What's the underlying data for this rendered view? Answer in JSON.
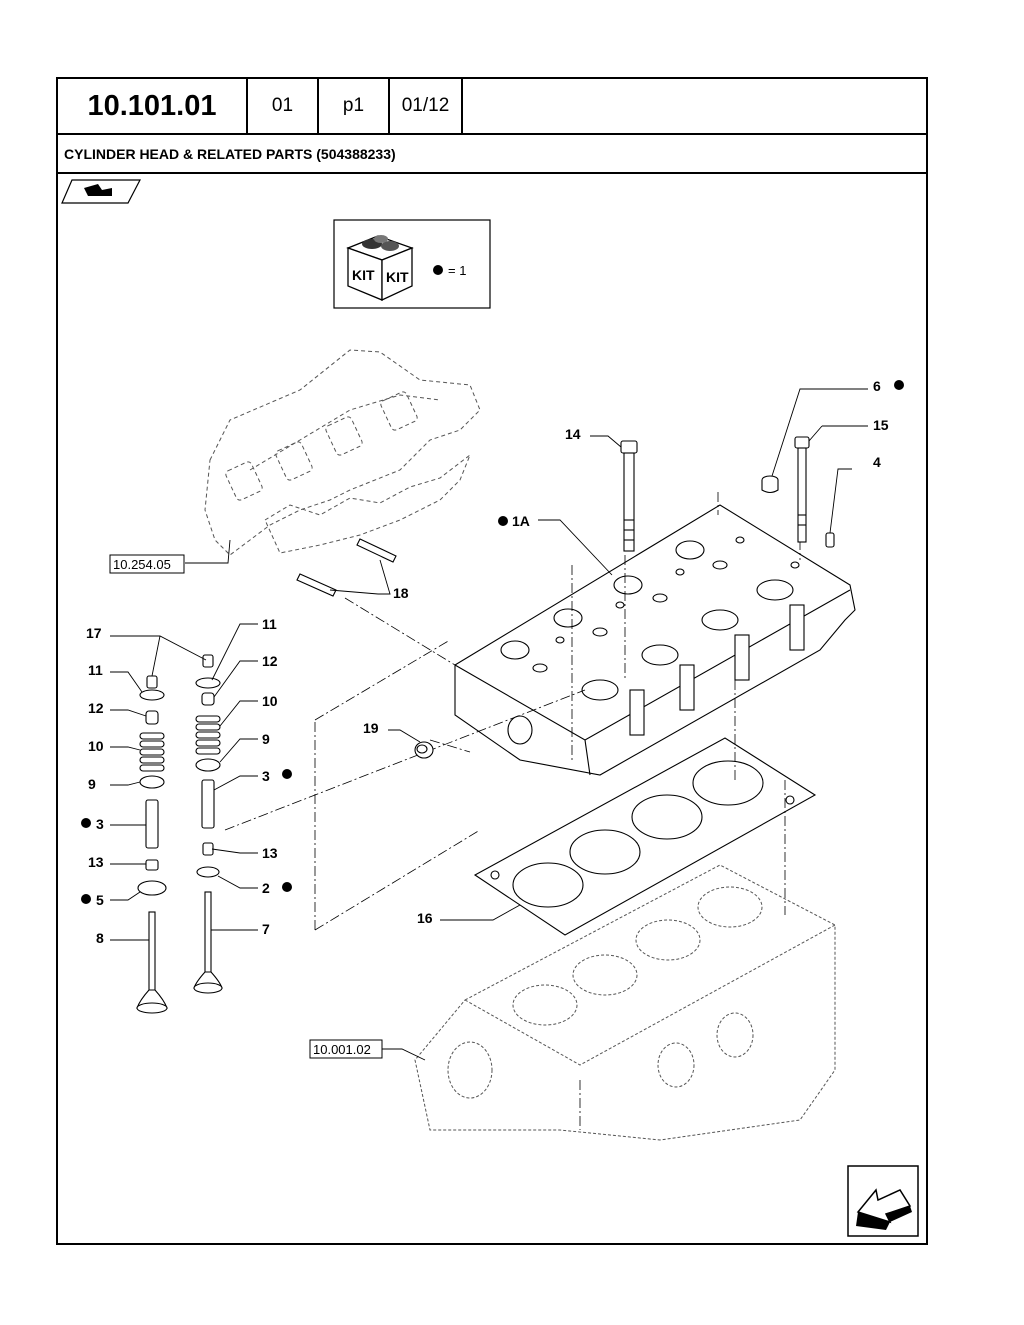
{
  "header": {
    "section_code": "10.101.01",
    "variant": "01",
    "page": "p1",
    "sheet": "01/12"
  },
  "title": "CYLINDER HEAD & RELATED PARTS (504388233)",
  "kit_legend": {
    "kit_text_1": "KIT",
    "kit_text_2": "KIT",
    "equals_text": "= 1"
  },
  "references": {
    "exhaust_manifold": "10.254.05",
    "engine_block": "10.001.02"
  },
  "callouts": {
    "c1a": "1A",
    "c2": "2",
    "c3_right": "3",
    "c3_left": "3",
    "c4": "4",
    "c5": "5",
    "c6": "6",
    "c7": "7",
    "c8": "8",
    "c9_left": "9",
    "c9_right": "9",
    "c10_left": "10",
    "c10_right": "10",
    "c11_left": "11",
    "c11_right": "11",
    "c12_left": "12",
    "c12_right": "12",
    "c13_left": "13",
    "c13_right": "13",
    "c14": "14",
    "c15": "15",
    "c16": "16",
    "c17": "17",
    "c18": "18",
    "c19": "19"
  },
  "icons": {
    "top_left": "arrow-forward-icon",
    "bottom_right": "next-page-arrow-icon",
    "kit": "kit-box-icon"
  }
}
